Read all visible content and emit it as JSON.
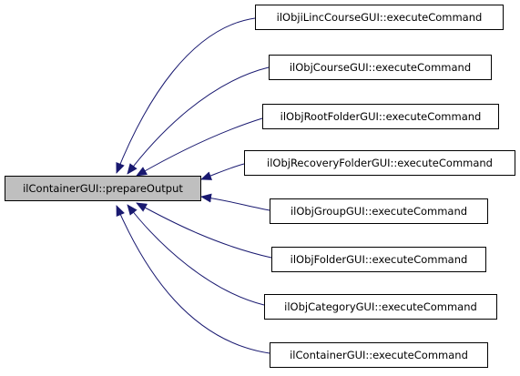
{
  "root": {
    "label": "ilContainerGUI::prepareOutput"
  },
  "callers": [
    {
      "label": "ilObjiLincCourseGUI::executeCommand"
    },
    {
      "label": "ilObjCourseGUI::executeCommand"
    },
    {
      "label": "ilObjRootFolderGUI::executeCommand"
    },
    {
      "label": "ilObjRecoveryFolderGUI::executeCommand"
    },
    {
      "label": "ilObjGroupGUI::executeCommand"
    },
    {
      "label": "ilObjFolderGUI::executeCommand"
    },
    {
      "label": "ilObjCategoryGUI::executeCommand"
    },
    {
      "label": "ilContainerGUI::executeCommand"
    }
  ],
  "colors": {
    "edge": "#191970",
    "root_fill": "#bfbfbf",
    "node_border": "#000000"
  }
}
